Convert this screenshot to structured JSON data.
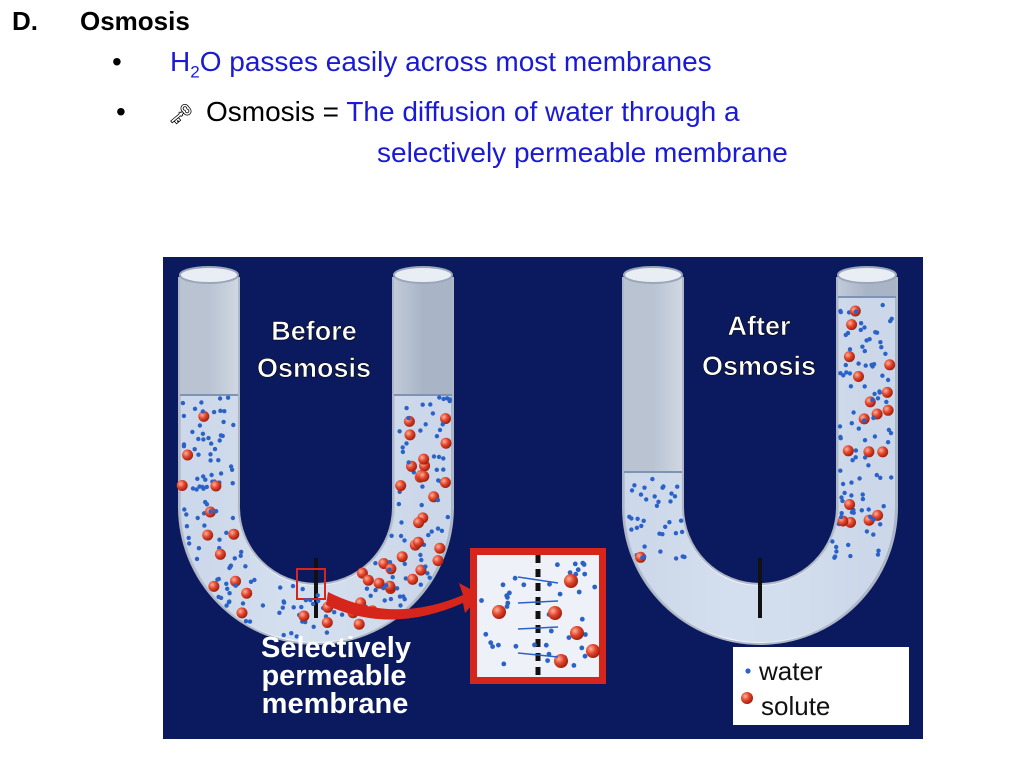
{
  "heading": {
    "letter": "D.",
    "title": "Osmosis"
  },
  "bullets": {
    "b1_symbol": "•",
    "b1_h": "H",
    "b1_sub": "2",
    "b1_rest": "O passes easily across most membranes",
    "b2_symbol": "•",
    "b2_key_icon": "🗝",
    "b2_term": "Osmosis =",
    "b2_def_line1": "The diffusion of water through a",
    "b2_def_line2": "selectively permeable membrane"
  },
  "figure": {
    "before_label_1": "Before",
    "before_label_2": "Osmosis",
    "after_label_1": "After",
    "after_label_2": "Osmosis",
    "membrane_label_1": "Selectively",
    "membrane_label_2": "permeable",
    "membrane_label_3": "membrane",
    "legend_water": "water",
    "legend_solute": "solute",
    "colors": {
      "background": "#0b1a5e",
      "water_dot": "#2a62c8",
      "solute": "#d43a1e",
      "zoom_frame": "#d6261c"
    }
  }
}
